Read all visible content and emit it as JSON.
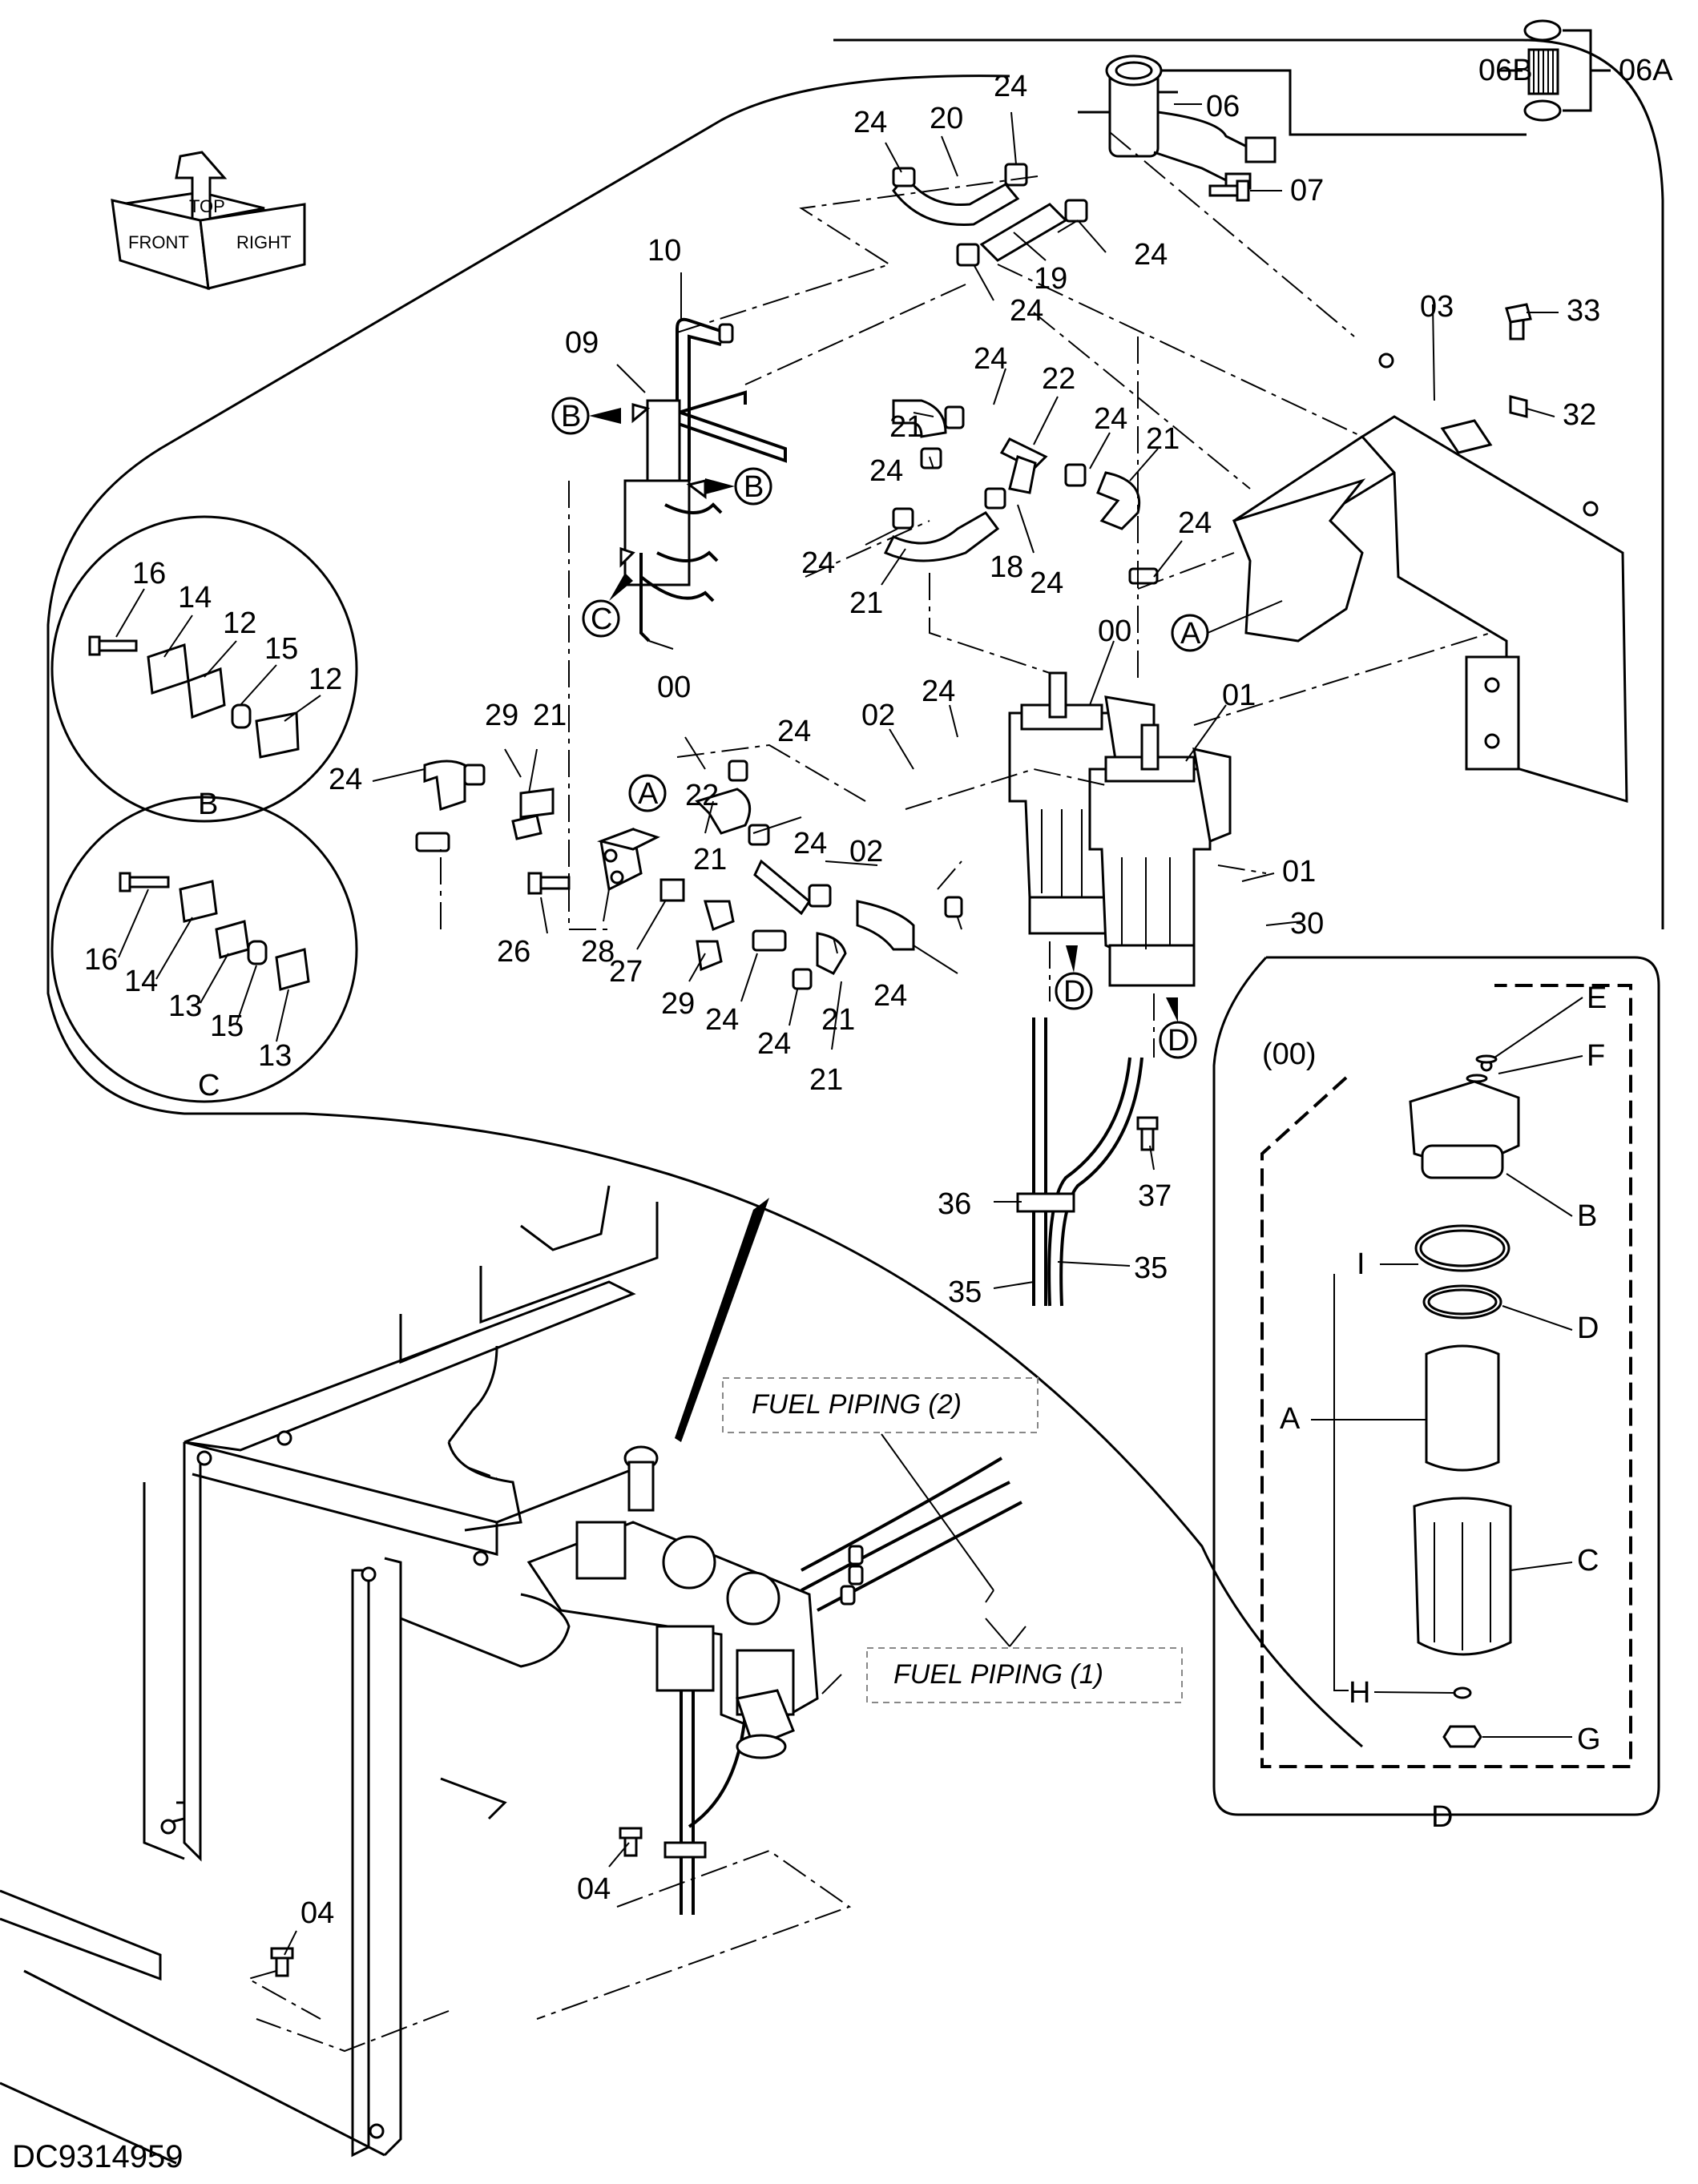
{
  "drawing_number": "DC9314959",
  "orientation": {
    "front": "FRONT",
    "top": "TOP",
    "right": "RIGHT"
  },
  "notes": {
    "fuel_piping_2": "FUEL PIPING (2)",
    "fuel_piping_1": "FUEL PIPING (1)"
  },
  "details": {
    "B": {
      "title": "B",
      "parts": [
        "16",
        "14",
        "12",
        "15",
        "12"
      ]
    },
    "C": {
      "title": "C",
      "parts": [
        "16",
        "14",
        "13",
        "15",
        "13"
      ]
    },
    "D": {
      "title": "D",
      "group": "(00)",
      "parts": [
        "E",
        "F",
        "B",
        "I",
        "D",
        "A",
        "C",
        "H",
        "G"
      ]
    }
  },
  "refs": {
    "A": "A",
    "B": "B",
    "C": "C",
    "D": "D"
  },
  "callouts": [
    "06A",
    "06B",
    "06",
    "07",
    "24",
    "20",
    "24",
    "24",
    "19",
    "24",
    "10",
    "09",
    "03",
    "33",
    "32",
    "24",
    "22",
    "24",
    "21",
    "21",
    "24",
    "24",
    "21",
    "24",
    "24",
    "18",
    "00",
    "00",
    "01",
    "02",
    "24",
    "29",
    "21",
    "24",
    "21",
    "24",
    "22",
    "24",
    "02",
    "01",
    "30",
    "26",
    "28",
    "27",
    "29",
    "24",
    "24",
    "21",
    "24",
    "21",
    "37",
    "36",
    "35",
    "35",
    "04",
    "04"
  ]
}
